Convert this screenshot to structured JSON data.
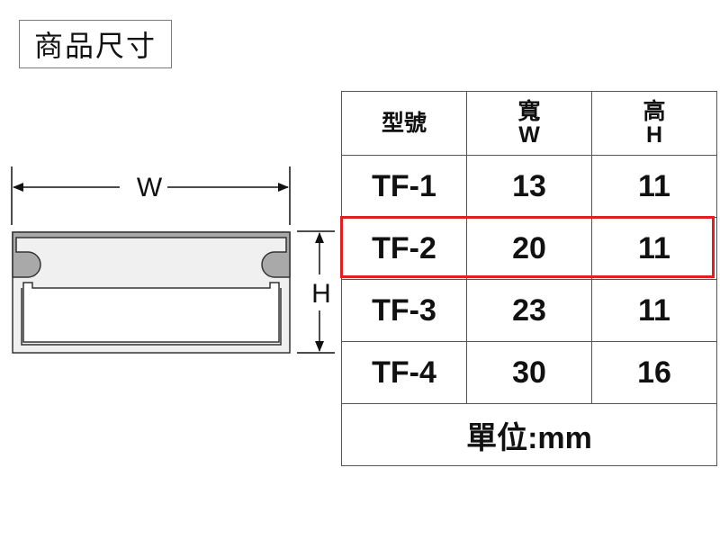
{
  "title": "商品尺寸",
  "diagram": {
    "width_label": "W",
    "height_label": "H"
  },
  "table": {
    "header": {
      "model": "型號",
      "width_line1": "寬",
      "width_line2": "W",
      "height_line1": "高",
      "height_line2": "H"
    },
    "rows": [
      {
        "model": "TF-1",
        "width": "13",
        "height": "11"
      },
      {
        "model": "TF-2",
        "width": "20",
        "height": "11"
      },
      {
        "model": "TF-3",
        "width": "23",
        "height": "11"
      },
      {
        "model": "TF-4",
        "width": "30",
        "height": "16"
      }
    ],
    "unit": "單位:mm",
    "highlighted_model": "TF-2",
    "highlight_color": "#e02020"
  }
}
